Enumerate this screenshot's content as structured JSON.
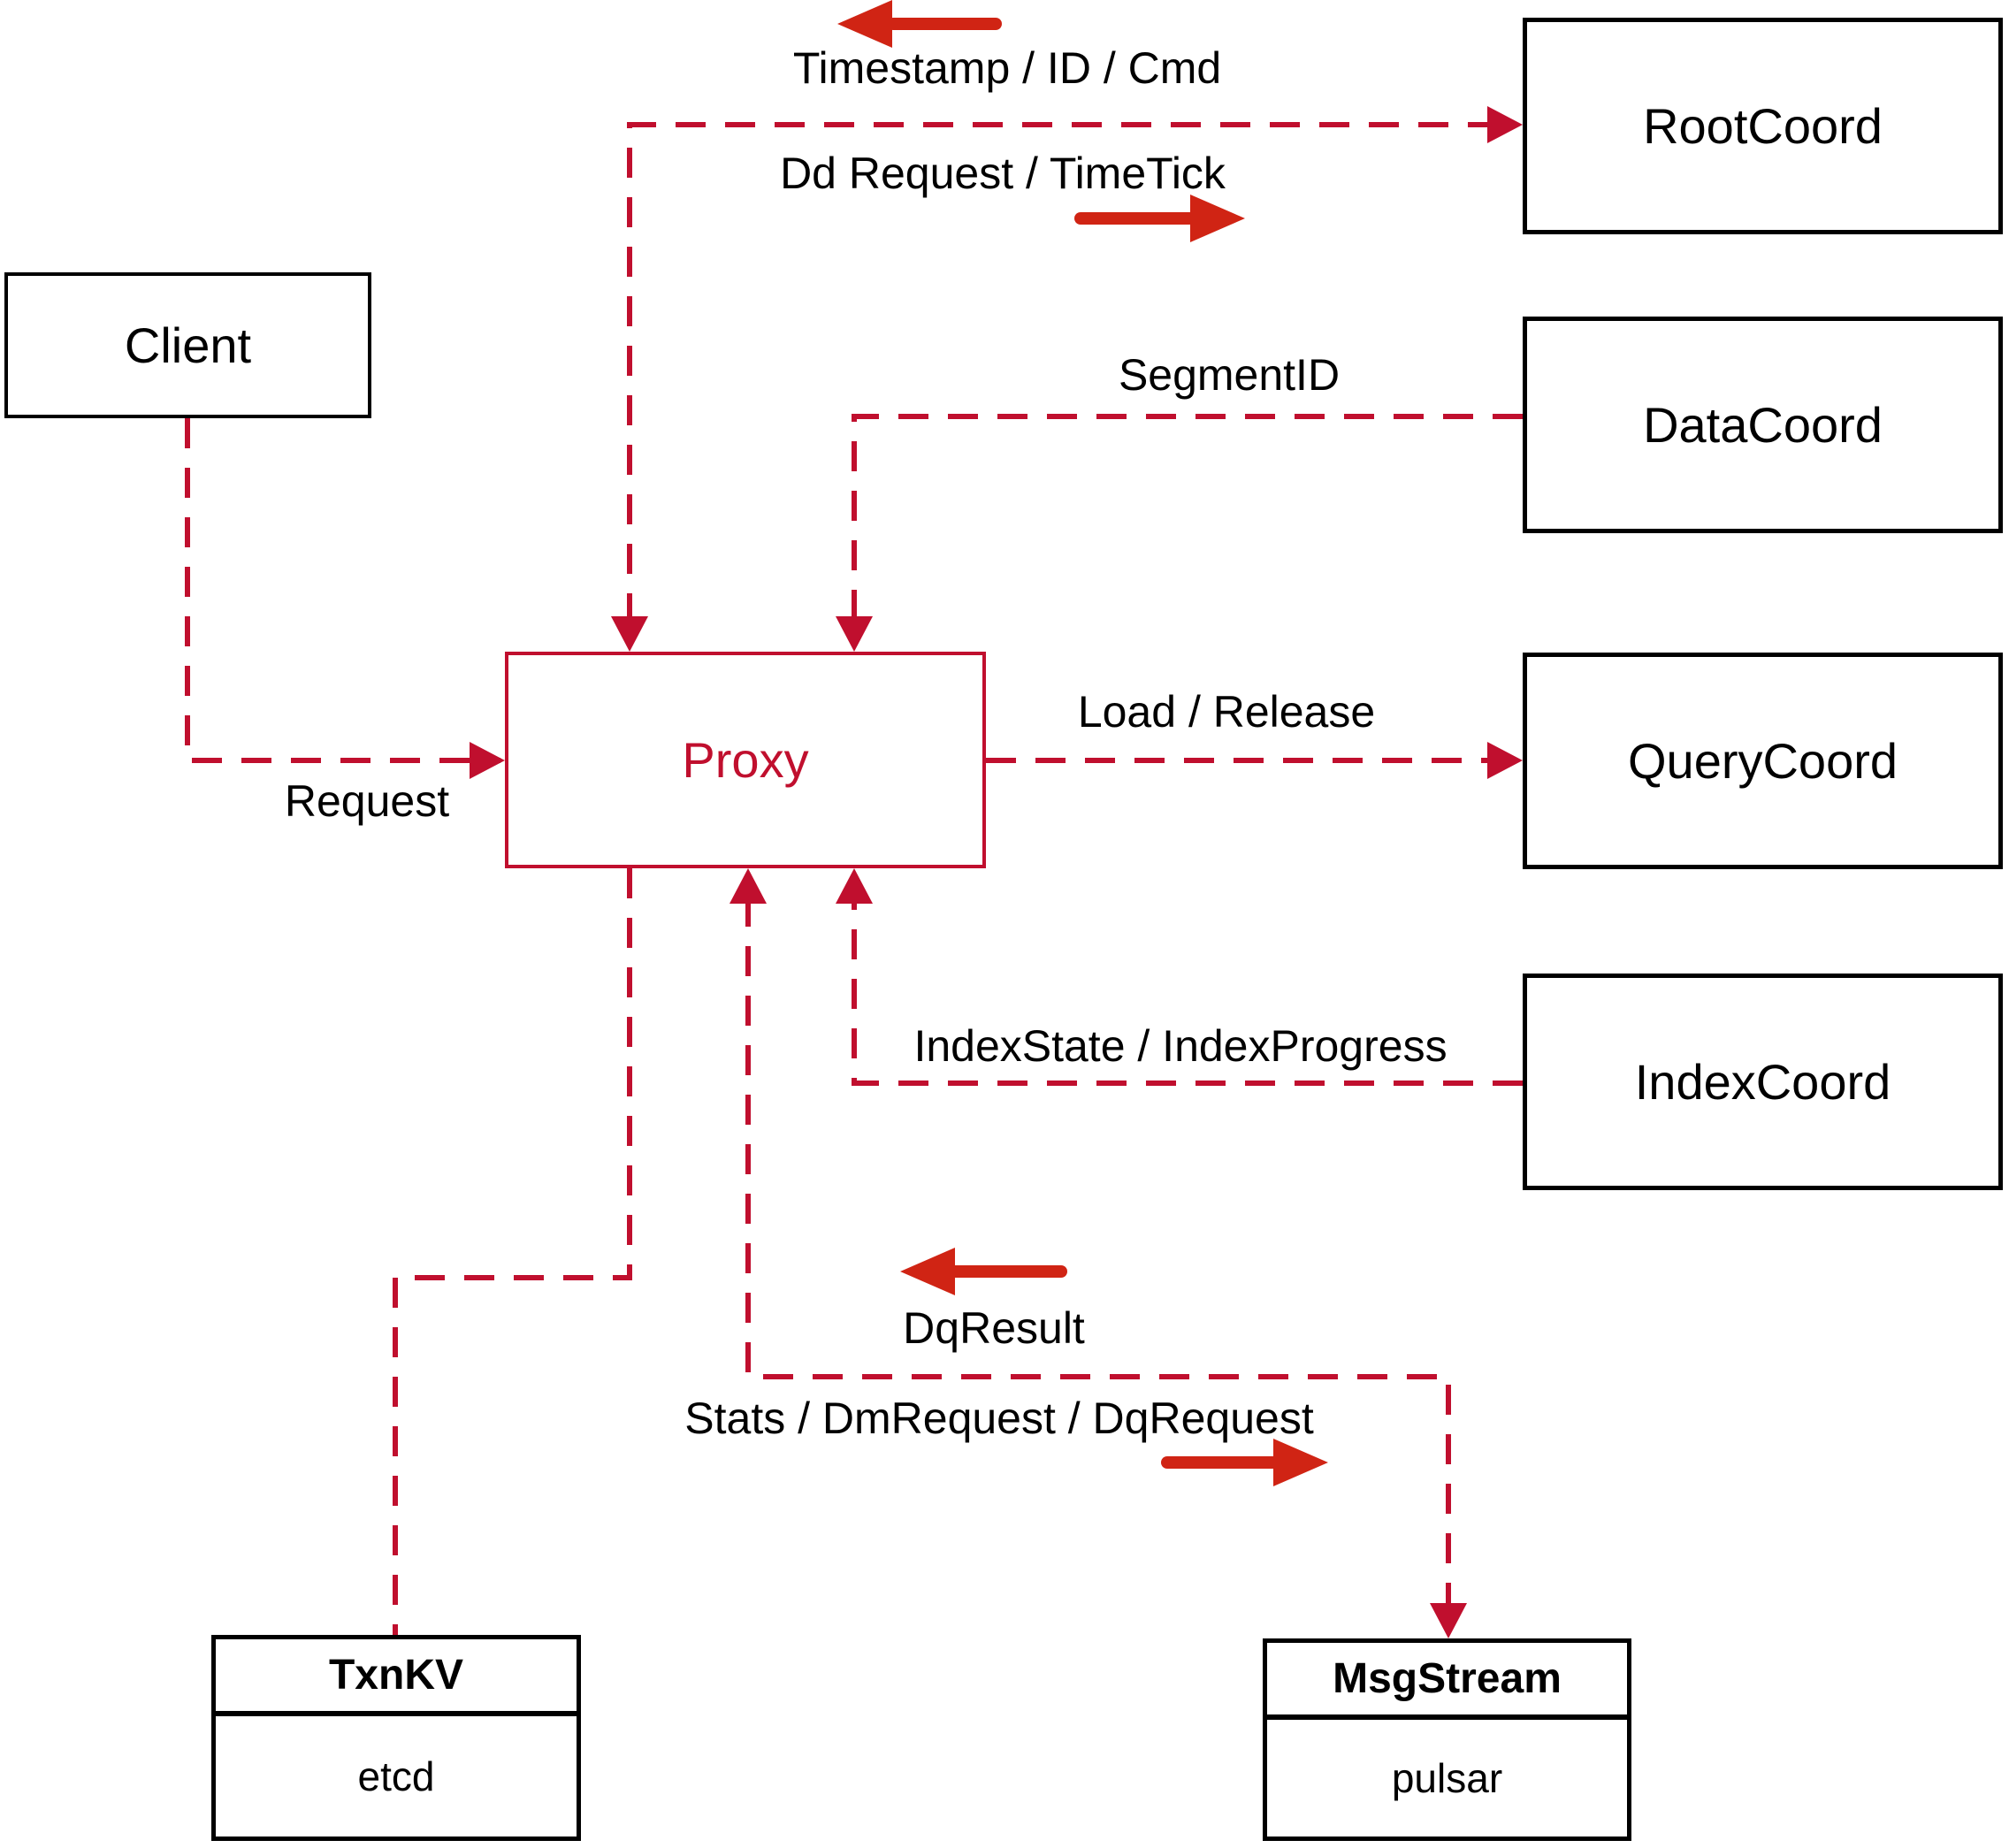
{
  "colors": {
    "accent": "#C00F2E",
    "line": "#C00F2E",
    "solid": "#D02414",
    "border": "#000000",
    "background": "#FFFFFF"
  },
  "nodes": {
    "client": {
      "label": "Client"
    },
    "proxy": {
      "label": "Proxy"
    },
    "root_coord": {
      "label": "RootCoord"
    },
    "data_coord": {
      "label": "DataCoord"
    },
    "query_coord": {
      "label": "QueryCoord"
    },
    "index_coord": {
      "label": "IndexCoord"
    }
  },
  "stores": {
    "txn_kv": {
      "title": "TxnKV",
      "impl": "etcd"
    },
    "msg_stream": {
      "title": "MsgStream",
      "impl": "pulsar"
    }
  },
  "edges": {
    "timestamp_id_cmd": "Timestamp / ID / Cmd",
    "dd_request_timetick": "Dd Request / TimeTick",
    "segment_id": "SegmentID",
    "request": "Request",
    "load_release": "Load / Release",
    "index_state_progress": "IndexState / IndexProgress",
    "dq_result": "DqResult",
    "stats_dm_dq": "Stats / DmRequest / DqRequest"
  }
}
